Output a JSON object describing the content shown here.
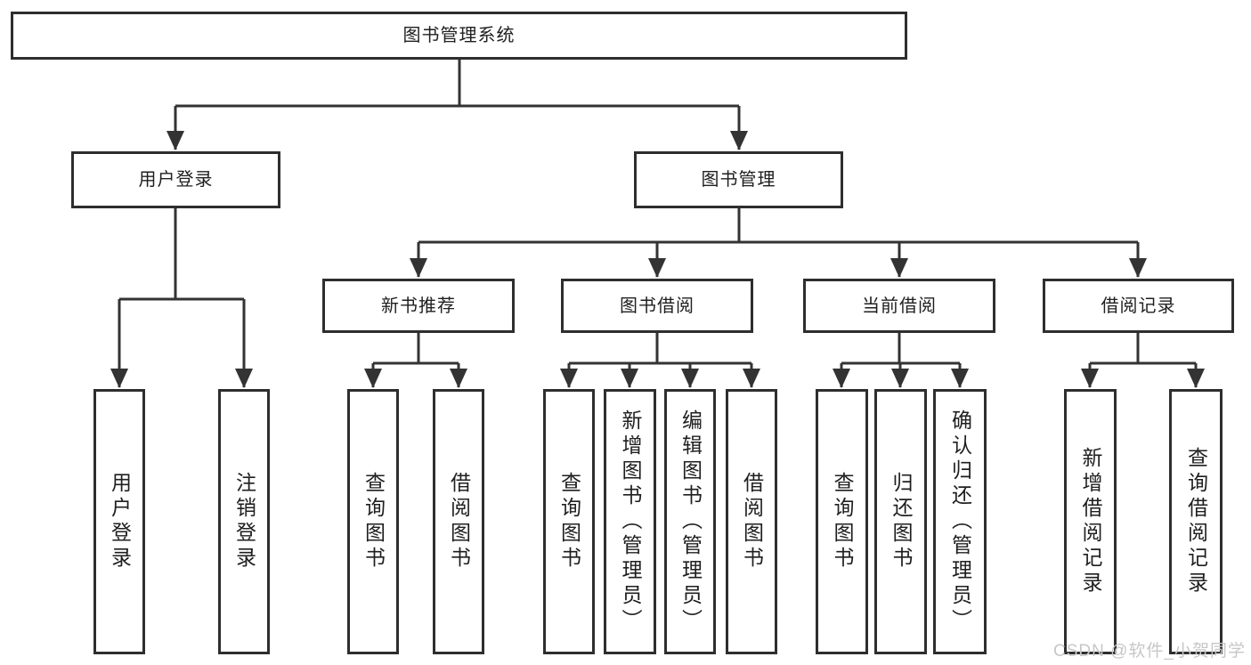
{
  "tree": {
    "root": "图书管理系统",
    "login": {
      "label": "用户登录",
      "children": [
        "用户登录",
        "注销登录"
      ]
    },
    "management": {
      "label": "图书管理",
      "sections": [
        {
          "label": "新书推荐",
          "children": [
            "查询图书",
            "借阅图书"
          ]
        },
        {
          "label": "图书借阅",
          "children": [
            "查询图书",
            "新增图书（管理员）",
            "编辑图书（管理员）",
            "借阅图书"
          ]
        },
        {
          "label": "当前借阅",
          "children": [
            "查询图书",
            "归还图书",
            "确认归还（管理员）"
          ]
        },
        {
          "label": "借阅记录",
          "children": [
            "新增借阅记录",
            "查询借阅记录"
          ]
        }
      ]
    }
  },
  "watermark": {
    "text": "CSDN @软件_小贺同学"
  },
  "colors": {
    "line": "#333333",
    "box_border": "#2e2e2e",
    "text": "#1f1f1f",
    "watermark": "#c7c7c7",
    "background": "#ffffff"
  }
}
